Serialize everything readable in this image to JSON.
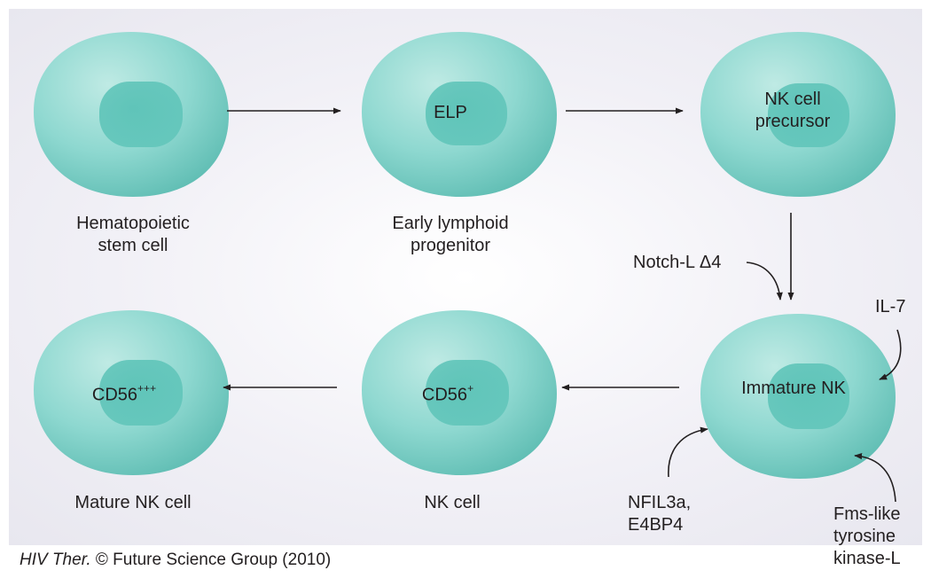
{
  "cells": {
    "hsc": {
      "inner": "",
      "caption": "Hematopoietic\nstem cell"
    },
    "elp": {
      "inner": "ELP",
      "caption": "Early lymphoid\nprogenitor"
    },
    "nk_precursor": {
      "inner": "NK cell\nprecursor",
      "caption": ""
    },
    "immature_nk": {
      "inner": "Immature NK",
      "caption": ""
    },
    "nk_cell": {
      "inner_base": "CD56",
      "inner_sup": "+",
      "caption": "NK cell"
    },
    "mature_nk": {
      "inner_base": "CD56",
      "inner_sup": "+++",
      "caption": "Mature NK cell"
    }
  },
  "factors": {
    "notch": "Notch-L Δ4",
    "il7": "IL-7",
    "nfil3": "NFIL3a,\nE4BP4",
    "flt3": "Fms-like\ntyrosine\nkinase-L"
  },
  "credit": {
    "journal": "HIV Ther.",
    "rest": " © Future Science Group (2010)"
  },
  "colors": {
    "cell_body": "#8ed8d0",
    "nucleus": "#5cc3b8",
    "arrow": "#231f20",
    "text": "#231f20"
  }
}
